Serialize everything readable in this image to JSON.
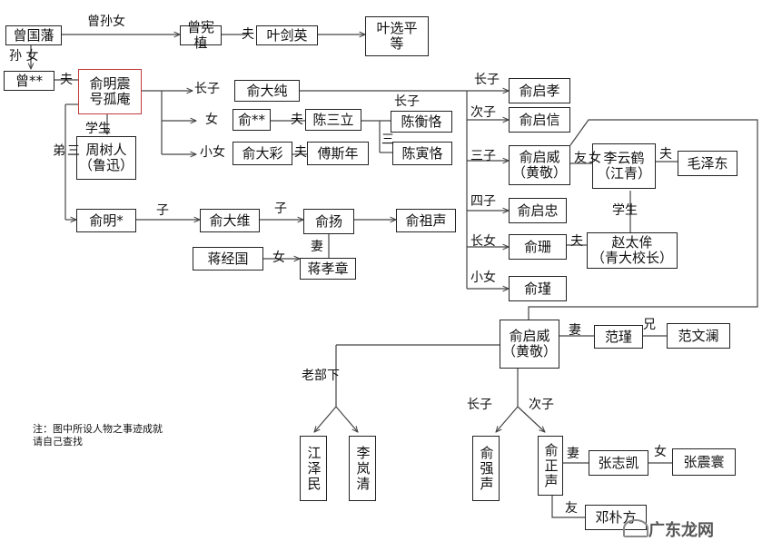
{
  "people": {
    "zeng_guofan": "曾国藩",
    "zeng_xianzhi": "曾宪植",
    "ye_jianying": "叶剑英",
    "ye_xuanping": "叶选平\n等",
    "zeng_xx": "曾**",
    "yu_mingzhen": "俞明震\n号孤庵",
    "zhou_shuren": "周树人\n（鲁迅）",
    "yu_ming": "俞明*",
    "yu_dachun": "俞大纯",
    "yu_xx": "俞**",
    "chen_sanli": "陈三立",
    "chen_hengke": "陈衡恪",
    "yu_dacai": "俞大彩",
    "fu_sinian": "傅斯年",
    "chen_yinke": "陈寅恪",
    "yu_dawei": "俞大维",
    "yu_yang": "俞扬",
    "yu_zusheng": "俞祖声",
    "jiang_jingguo": "蒋经国",
    "jiang_xiaozhang": "蒋孝章",
    "yu_qixiao": "俞启孝",
    "yu_qixin": "俞启信",
    "yu_qiwei": "俞启威\n（黄敬）",
    "li_yunhe": "李云鹤\n（江青）",
    "mao_zedong": "毛泽东",
    "yu_qizhong": "俞启忠",
    "yu_shan": "俞珊",
    "zhao_taimou": "赵太侔\n（青大校长）",
    "yu_jin": "俞瑾",
    "yu_qiwei2": "俞启威\n（黄敬）",
    "fan_jin": "范瑾",
    "fan_wenlan": "范文澜",
    "jiang_zemin": "江泽民",
    "li_lanqing": "李岚清",
    "yu_qiangsheng": "俞强声",
    "yu_zhengsheng": "俞正声",
    "zhang_zhikai": "张志凯",
    "zhang_zhenhuan": "张震寰",
    "deng_pufang": "邓朴方"
  },
  "relations": {
    "zeng_sunnv": "曾孙女",
    "fu": "夫",
    "sun_nv": "孙 女",
    "xuesheng": "学生",
    "san_di": "三\n弟",
    "zhangzi": "长子",
    "nv": "女",
    "xiaonv": "小女",
    "zi": "子",
    "qi": "妻",
    "cizi": "次子",
    "sanzi": "三子",
    "nvyou": "女\n友",
    "sizi": "四子",
    "zhangnv": "长女",
    "xiong": "兄",
    "laobuxia": "老部下",
    "you": "友",
    "san": "三"
  },
  "note": "注：图中所设人物之事迹成就\n请自己查找",
  "watermark": "广东龙网"
}
